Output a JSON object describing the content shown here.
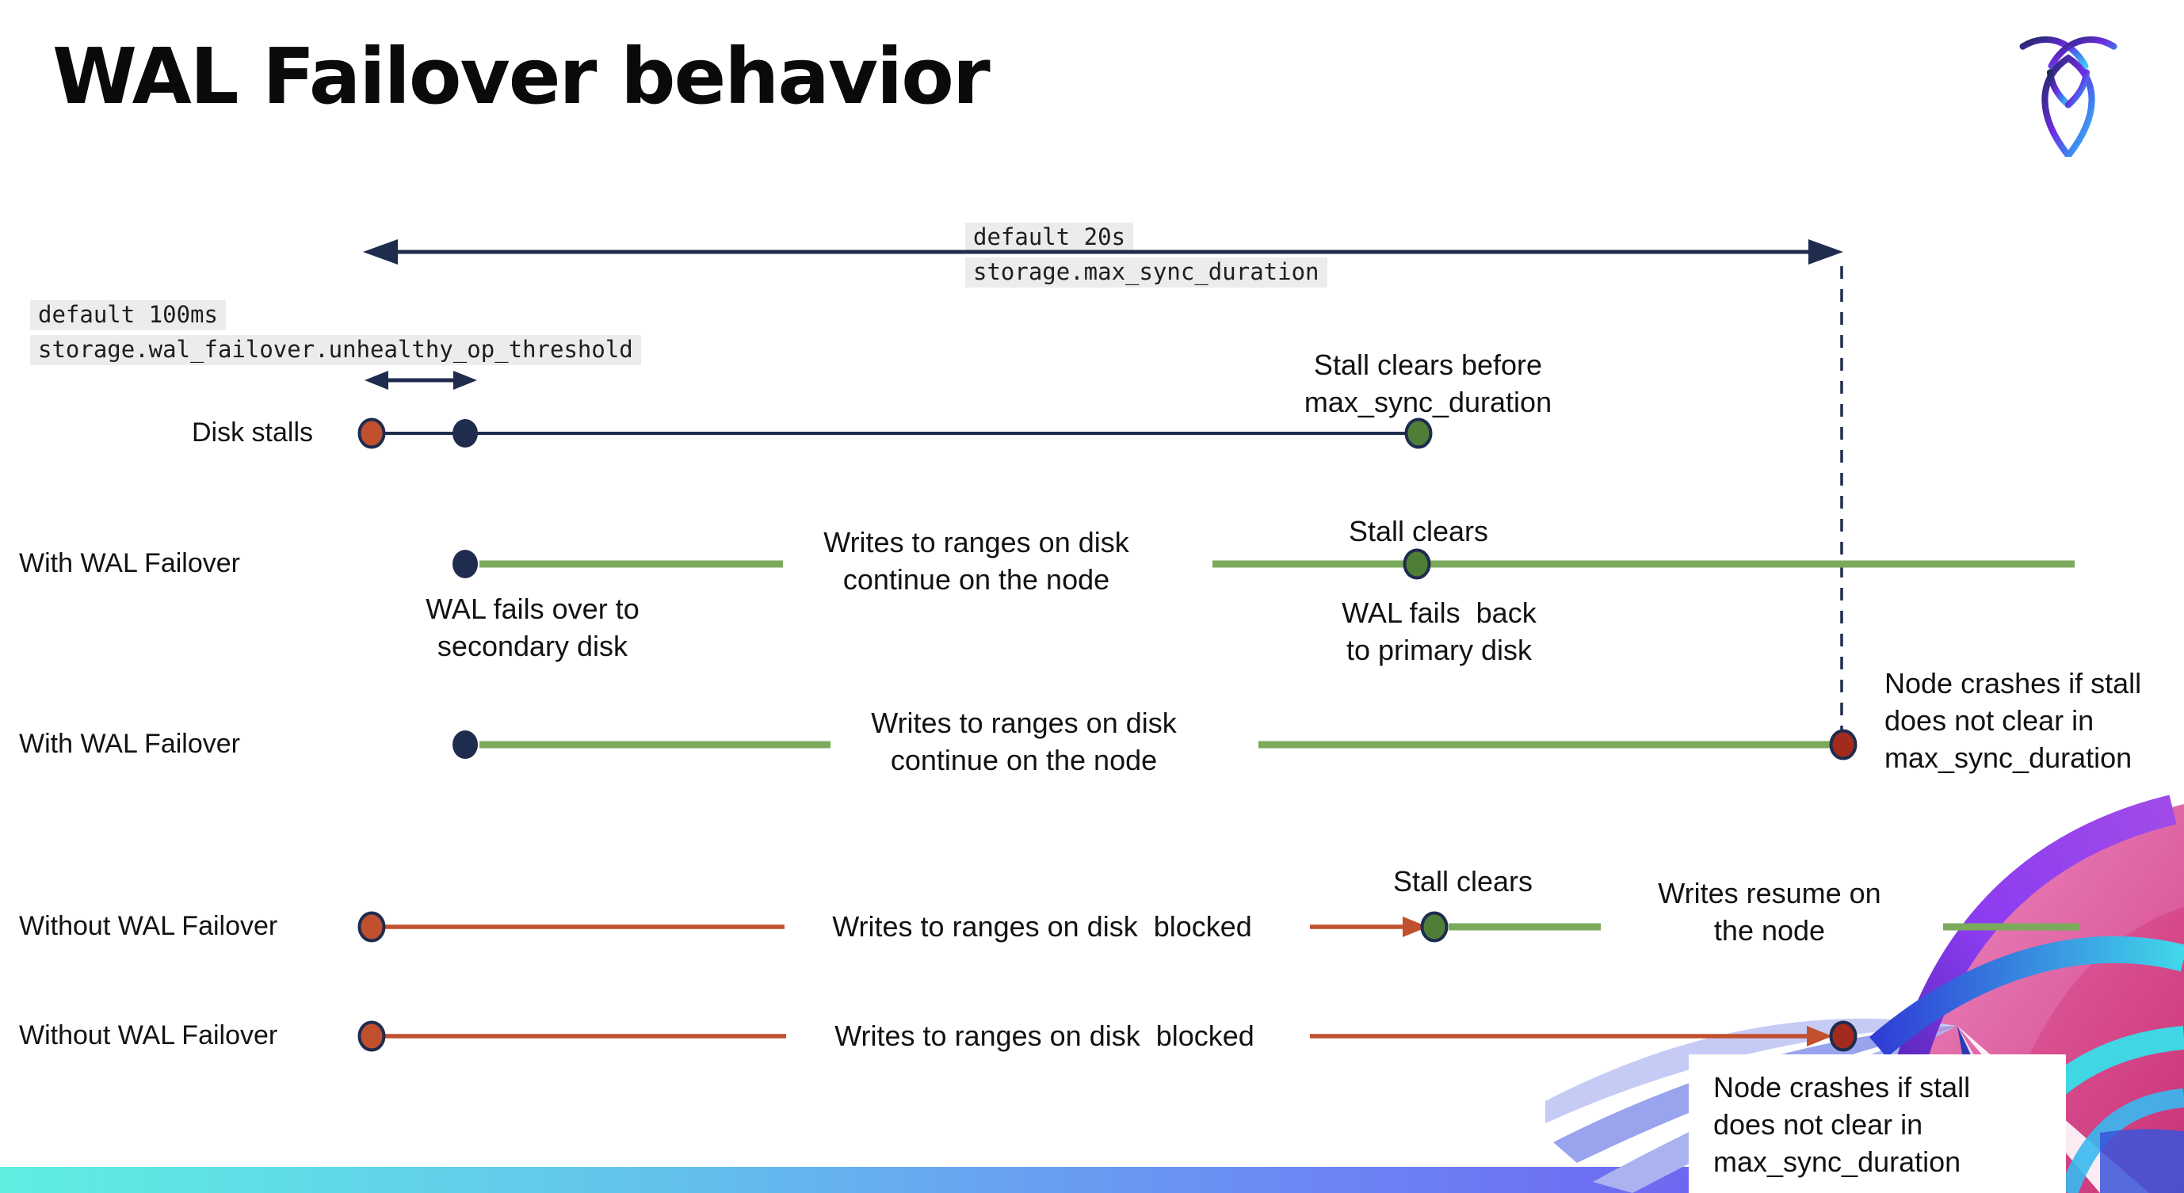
{
  "title": "WAL Failover behavior",
  "brand": {
    "logo": "cockroachdb-logo"
  },
  "settings": {
    "max_sync_duration": {
      "default_label": "default 20s",
      "name": "storage.max_sync_duration"
    },
    "unhealthy_op_threshold": {
      "default_label": "default 100ms",
      "name": "storage.wal_failover.unhealthy_op_threshold"
    }
  },
  "rows": [
    {
      "label": "Disk stalls",
      "notes": {
        "stall_clears": "Stall clears before\nmax_sync_duration"
      }
    },
    {
      "label": "With WAL Failover",
      "notes": {
        "writes": "Writes to ranges on disk\ncontinue on the node",
        "stall_clears": "Stall clears",
        "failover": "WAL fails over to\nsecondary disk",
        "failback": "WAL fails  back\nto primary disk"
      }
    },
    {
      "label": "With WAL Failover",
      "notes": {
        "writes": "Writes to ranges on disk\ncontinue on the node",
        "crash": "Node crashes if stall\ndoes not clear in\nmax_sync_duration"
      }
    },
    {
      "label": "Without WAL Failover",
      "notes": {
        "blocked": "Writes to ranges on disk  blocked",
        "stall_clears": "Stall clears",
        "resume": "Writes resume on\nthe node"
      }
    },
    {
      "label": "Without WAL Failover",
      "notes": {
        "blocked": "Writes to ranges on disk  blocked",
        "crash": "Node crashes if stall\ndoes not clear in\nmax_sync_duration"
      }
    }
  ],
  "colors": {
    "navy": "#1F2C4E",
    "red": "#C0502E",
    "dark_red": "#A32B1E",
    "green_line": "#7BAA5C",
    "green_dot": "#4F7F37",
    "highlight_bg": "#ECECEC"
  }
}
